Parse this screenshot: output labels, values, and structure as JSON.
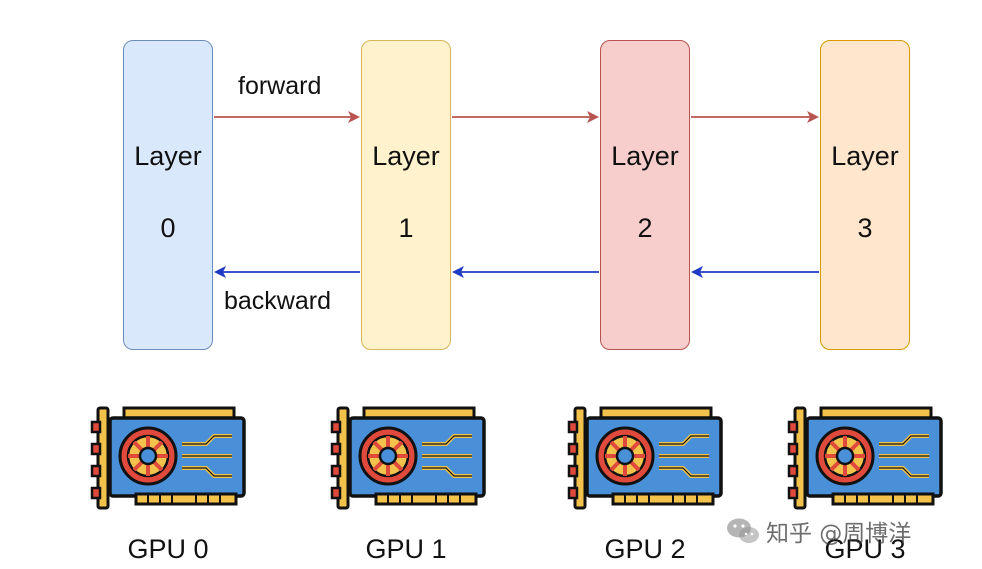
{
  "diagram": {
    "layers": [
      {
        "word": "Layer",
        "num": "0",
        "fill": "#dae8fc",
        "stroke": "#6c8ebf"
      },
      {
        "word": "Layer",
        "num": "1",
        "fill": "#fff2cc",
        "stroke": "#d6b656"
      },
      {
        "word": "Layer",
        "num": "2",
        "fill": "#f8cecc",
        "stroke": "#b85450"
      },
      {
        "word": "Layer",
        "num": "3",
        "fill": "#ffe6cc",
        "stroke": "#d79b00"
      }
    ],
    "forward_label": "forward",
    "backward_label": "backward",
    "forward_color": "#b85450",
    "backward_color": "#1f3bc6",
    "gpus": [
      {
        "label": "GPU 0",
        "icon": "gpu-card-icon"
      },
      {
        "label": "GPU 1",
        "icon": "gpu-card-icon"
      },
      {
        "label": "GPU 2",
        "icon": "gpu-card-icon"
      },
      {
        "label": "GPU 3",
        "icon": "gpu-card-icon"
      }
    ],
    "watermark": "知乎 @周博洋"
  }
}
